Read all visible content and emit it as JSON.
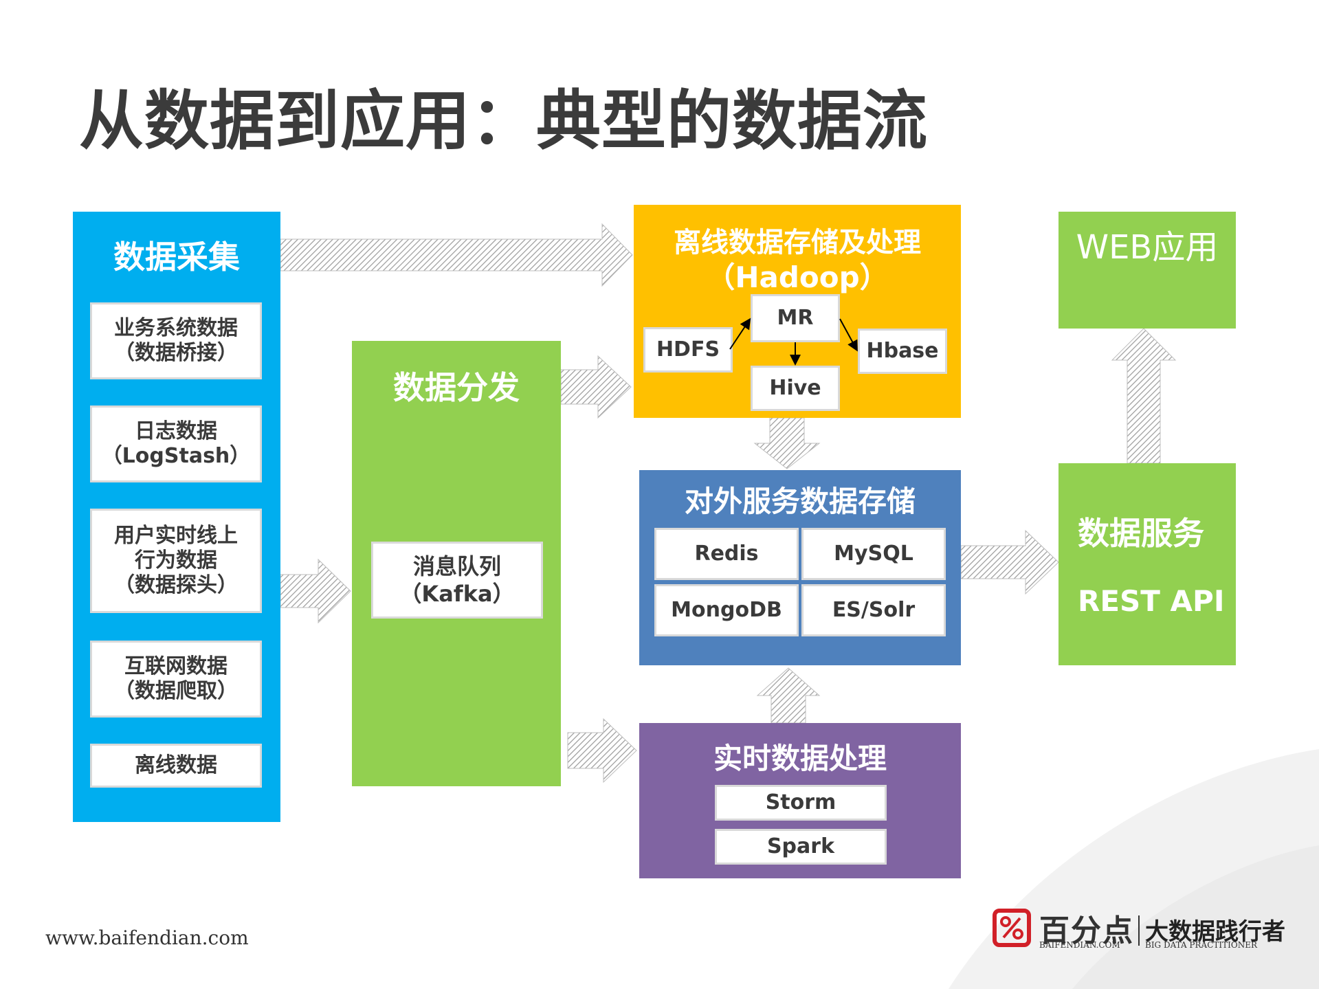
{
  "title": "从数据到应用：典型的数据流",
  "collection": {
    "heading": "数据采集",
    "sources": [
      {
        "lines": [
          "业务系统数据",
          "（数据桥接）"
        ]
      },
      {
        "lines": [
          "日志数据",
          "（LogStash）"
        ]
      },
      {
        "lines": [
          "用户实时线上",
          "行为数据",
          "（数据探头）"
        ]
      },
      {
        "lines": [
          "互联网数据",
          "（数据爬取）"
        ]
      },
      {
        "lines": [
          "离线数据"
        ]
      }
    ]
  },
  "distribution": {
    "heading": "数据分发",
    "queue_lines": [
      "消息队列",
      "（Kafka）"
    ]
  },
  "offline": {
    "heading_line1": "离线数据存储及处理",
    "heading_line2": "（Hadoop）",
    "hdfs": "HDFS",
    "mr": "MR",
    "hive": "Hive",
    "hbase": "Hbase"
  },
  "serving_storage": {
    "heading": "对外服务数据存储",
    "stores": [
      "Redis",
      "MySQL",
      "MongoDB",
      "ES/Solr"
    ]
  },
  "realtime": {
    "heading": "实时数据处理",
    "engines": [
      "Storm",
      "Spark"
    ]
  },
  "web_app": {
    "label": "WEB应用"
  },
  "data_service": {
    "label": "数据服务",
    "api": "REST API"
  },
  "footer": {
    "url": "www.baifendian.com"
  },
  "logo": {
    "name": "百分点",
    "name_sub": "BAIFENDIAN.COM",
    "tagline": "大数据践行者",
    "tagline_sub": "BIG DATA PRACTITIONER"
  },
  "colors": {
    "collection": "#00aeef",
    "distribution": "#92d050",
    "offline": "#ffc000",
    "serving_storage": "#4f81bd",
    "realtime": "#8064a2",
    "web_app": "#92d050",
    "data_service": "#92d050",
    "title_text": "#3b3b3b",
    "logo_red": "#d12028"
  }
}
